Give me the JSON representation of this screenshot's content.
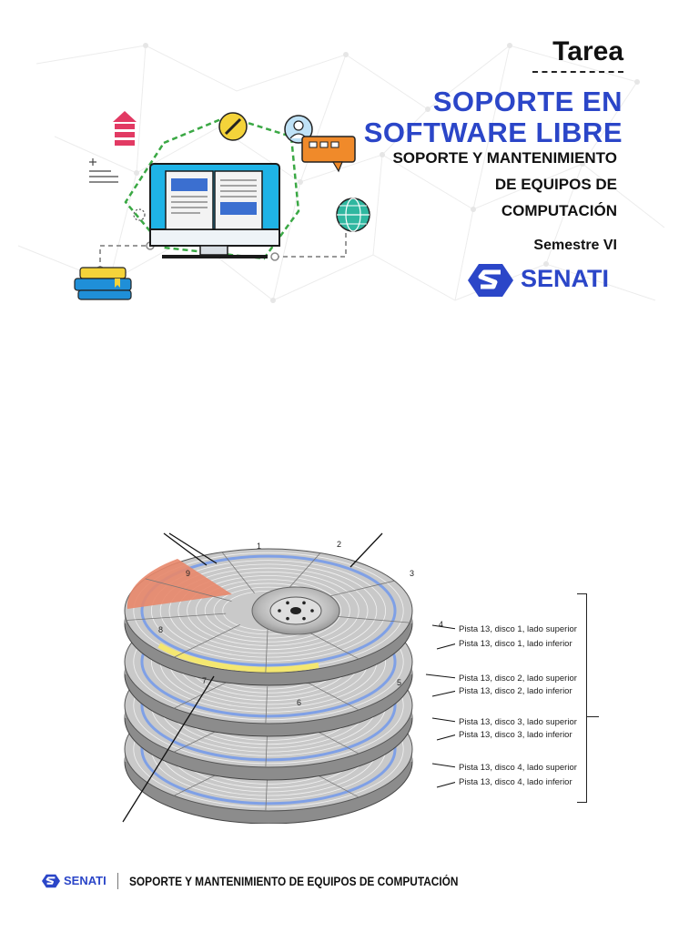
{
  "header": {
    "tarea": "Tarea",
    "title_line1": "SOPORTE EN",
    "title_line2": "SOFTWARE LIBRE",
    "subtitle_line1": "SOPORTE Y MANTENIMIENTO",
    "subtitle_line2": "DE EQUIPOS DE",
    "subtitle_line3": "COMPUTACIÓN",
    "semester": "Semestre VI",
    "logo_text": "SENATI"
  },
  "figure": {
    "sector_numbers": [
      "1",
      "2",
      "3",
      "4",
      "5",
      "6",
      "7",
      "8",
      "9"
    ],
    "labels": [
      "Pista 13, disco 1, lado superior",
      "Pista 13, disco 1, lado inferior",
      "Pista 13, disco 2, lado superior",
      "Pista 13, disco 2, lado inferior",
      "Pista 13, disco 3, lado superior",
      "Pista 13, disco 3, lado inferior",
      "Pista 13, disco 4, lado superior",
      "Pista 13, disco 4, lado inferior"
    ]
  },
  "footer": {
    "logo_text": "SENATI",
    "text": "SOPORTE Y MANTENIMIENTO DE EQUIPOS DE COMPUTACIÓN"
  },
  "colors": {
    "brand_blue": "#2b46c8",
    "track_blue": "#7fa0e6",
    "sector_orange": "#e8876a",
    "cluster_yellow": "#f4e770",
    "platter_grey": "#c9c9c9"
  },
  "icons": [
    "upload-arrow-icon",
    "pencil-icon",
    "user-icon",
    "chat-icon",
    "book-icon",
    "monitor-icon",
    "globe-icon",
    "books-stack-icon",
    "text-lines-icon",
    "senati-logo-icon"
  ]
}
